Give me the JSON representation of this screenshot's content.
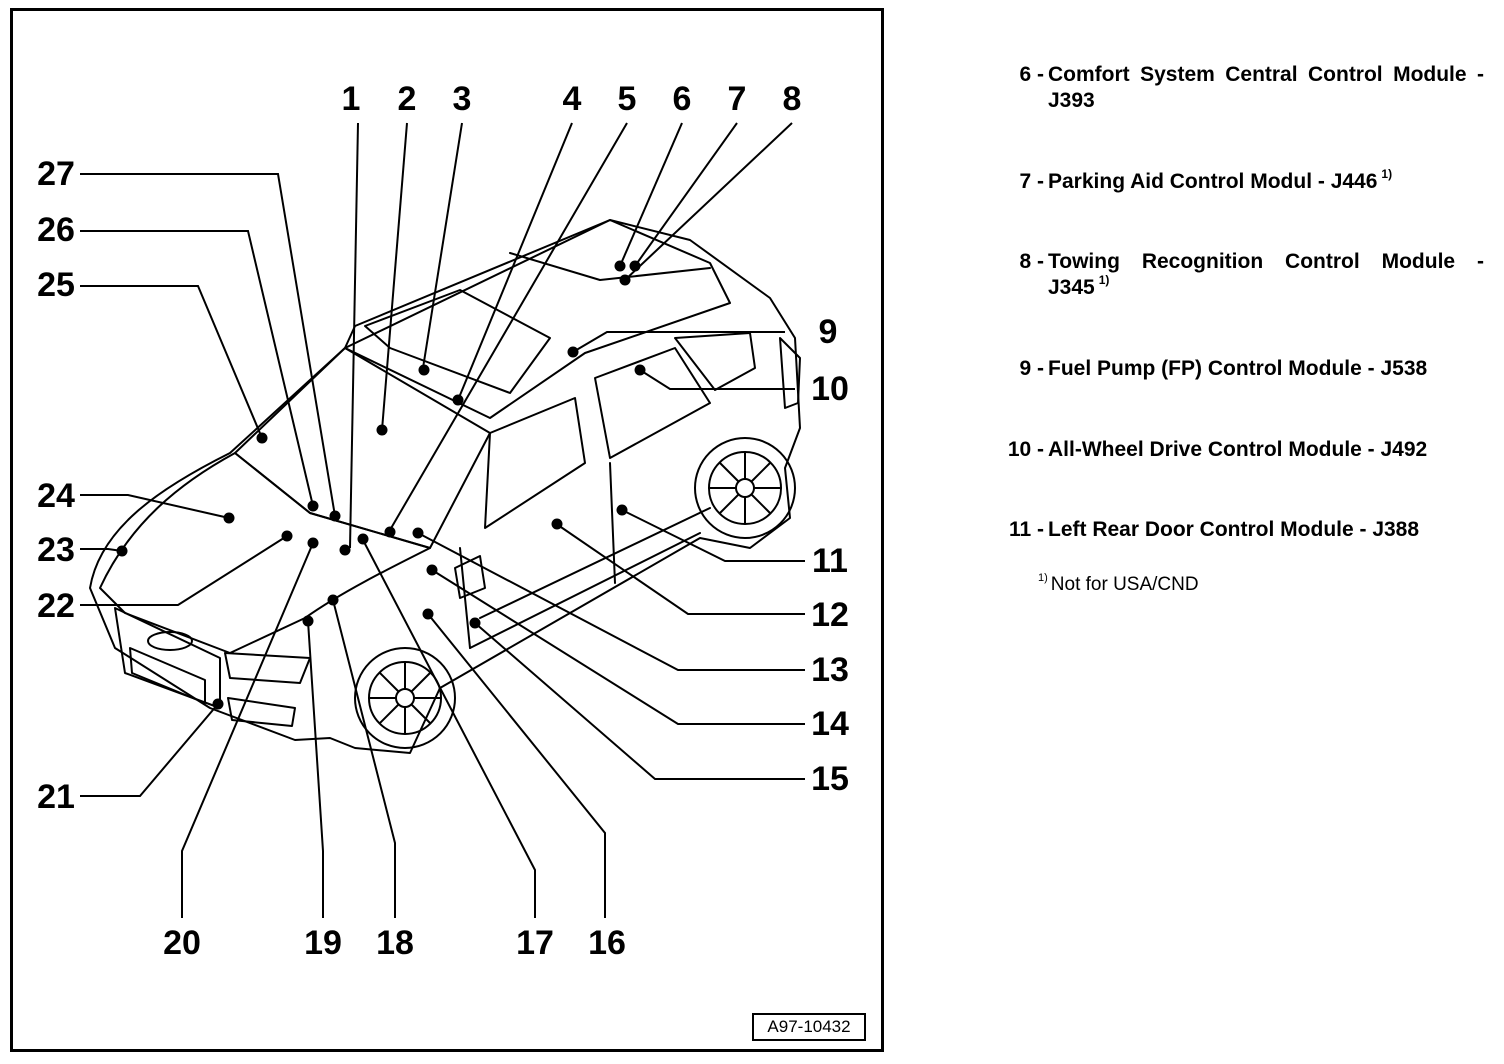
{
  "figure_code": "A97-10432",
  "callouts": [
    "1",
    "2",
    "3",
    "4",
    "5",
    "6",
    "7",
    "8",
    "9",
    "10",
    "11",
    "12",
    "13",
    "14",
    "15",
    "16",
    "17",
    "18",
    "19",
    "20",
    "21",
    "22",
    "23",
    "24",
    "25",
    "26",
    "27"
  ],
  "legend": [
    {
      "num": "6 -",
      "text": "Comfort System Central Control Module - J393",
      "footnote": ""
    },
    {
      "num": "7 -",
      "text": "Parking Aid Control Modul - J446",
      "footnote": "1)"
    },
    {
      "num": "8 -",
      "text": "Towing Recognition Control Module - J345",
      "footnote": "1)"
    },
    {
      "num": "9 -",
      "text": "Fuel Pump (FP) Control Module - J538",
      "footnote": ""
    },
    {
      "num": "10 -",
      "text": "All-Wheel Drive Control Module - J492",
      "footnote": ""
    },
    {
      "num": "11 -",
      "text": "Left Rear Door Control Module - J388",
      "footnote": ""
    }
  ],
  "footnote": {
    "mark": "1)",
    "text": "Not for USA/CND"
  }
}
